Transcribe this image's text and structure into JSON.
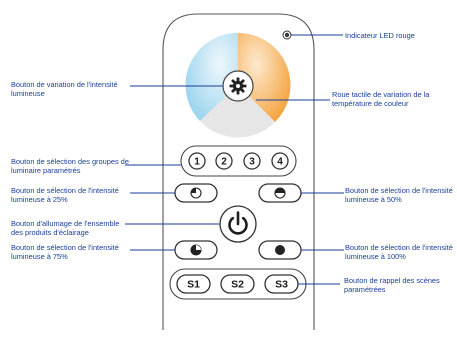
{
  "scene_buttons": [
    "S1",
    "S2",
    "S3"
  ],
  "group_buttons": [
    "1",
    "2",
    "3",
    "4"
  ],
  "labels": {
    "led": "Indicateur LED rouge",
    "dimmer": "Bouton de variation de l'intensité lumineuse",
    "wheel": "Roue tactile de variation de la température de couleur",
    "groups": "Bouton de sélection des groupes de luminaire paramétrés",
    "b25": "Bouton de sélection de l'intensité lumineuse à 25%",
    "b50": "Bouton de sélection de l'intensité lumineuse à 50%",
    "power": "Bouton d'allumage de l'ensemble des produits d'éclairage",
    "b75": "Bouton de sélection de l'intensité lumineuse à 75%",
    "b100": "Bouton de sélection de l'intensité lumineuse à 100%",
    "scenes": "Bouton de rappel des scènes paramétrées"
  },
  "colors": {
    "label_text": "#1a3f9a",
    "leader_line": "#1a3f9a",
    "wheel_warm": "#f39a2a",
    "wheel_cool": "#8fd0ee",
    "led": "#3a3a3a"
  }
}
